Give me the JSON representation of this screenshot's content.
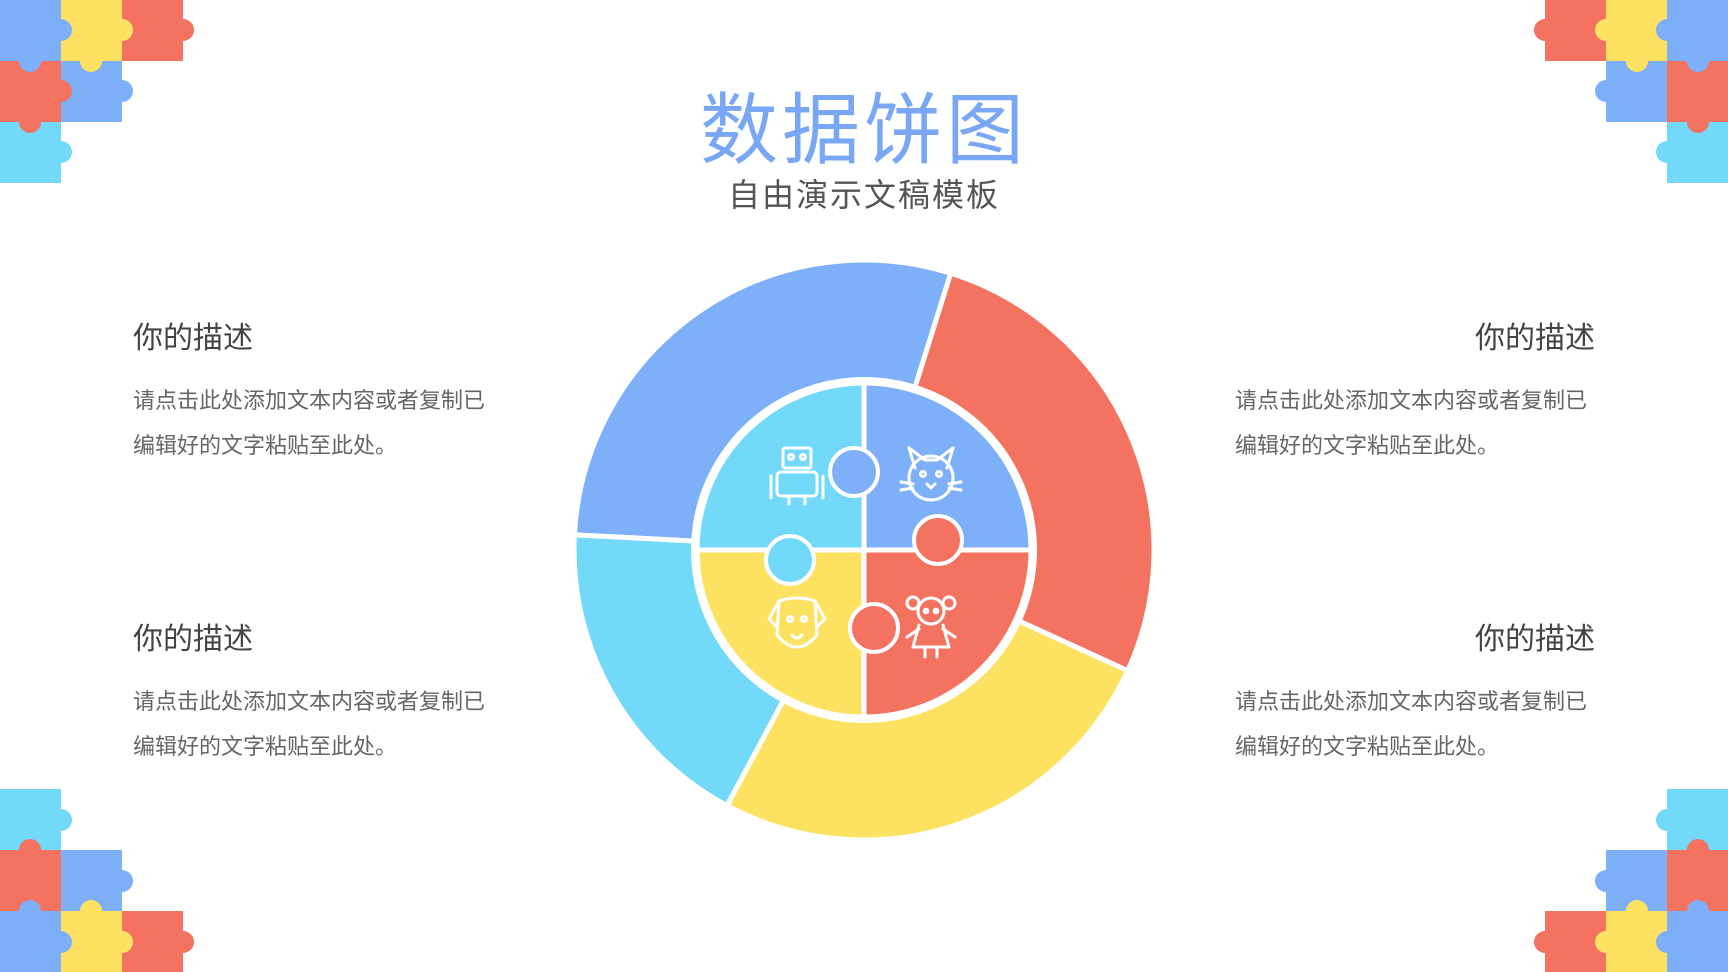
{
  "title": "数据饼图",
  "subtitle": "自由演示文稿模板",
  "blocks": [
    {
      "heading": "你的描述",
      "text": "请点击此处添加文本内容或者复制已编辑好的文字粘贴至此处。"
    },
    {
      "heading": "你的描述",
      "text": "请点击此处添加文本内容或者复制已编辑好的文字粘贴至此处。"
    },
    {
      "heading": "你的描述",
      "text": "请点击此处添加文本内容或者复制已编辑好的文字粘贴至此处。"
    },
    {
      "heading": "你的描述",
      "text": "请点击此处添加文本内容或者复制已编辑好的文字粘贴至此处。"
    }
  ],
  "colors": {
    "blue": "#7EB0FA",
    "red": "#F37260",
    "yellow": "#FDE262",
    "cyan": "#72D9F8",
    "title": "#7AA7F5"
  },
  "icons": [
    "robot-icon",
    "cat-icon",
    "dog-icon",
    "doll-icon"
  ],
  "chart_data": {
    "type": "pie",
    "values": [
      29,
      27,
      26,
      18
    ],
    "colors": [
      "#7EB0FA",
      "#F37260",
      "#FDE262",
      "#72D9F8"
    ],
    "inner": {
      "values": [
        25,
        25,
        25,
        25
      ],
      "colors": [
        "#7EB0FA",
        "#F37260",
        "#FDE262",
        "#72D9F8"
      ]
    },
    "legend": "none",
    "grid": false
  }
}
